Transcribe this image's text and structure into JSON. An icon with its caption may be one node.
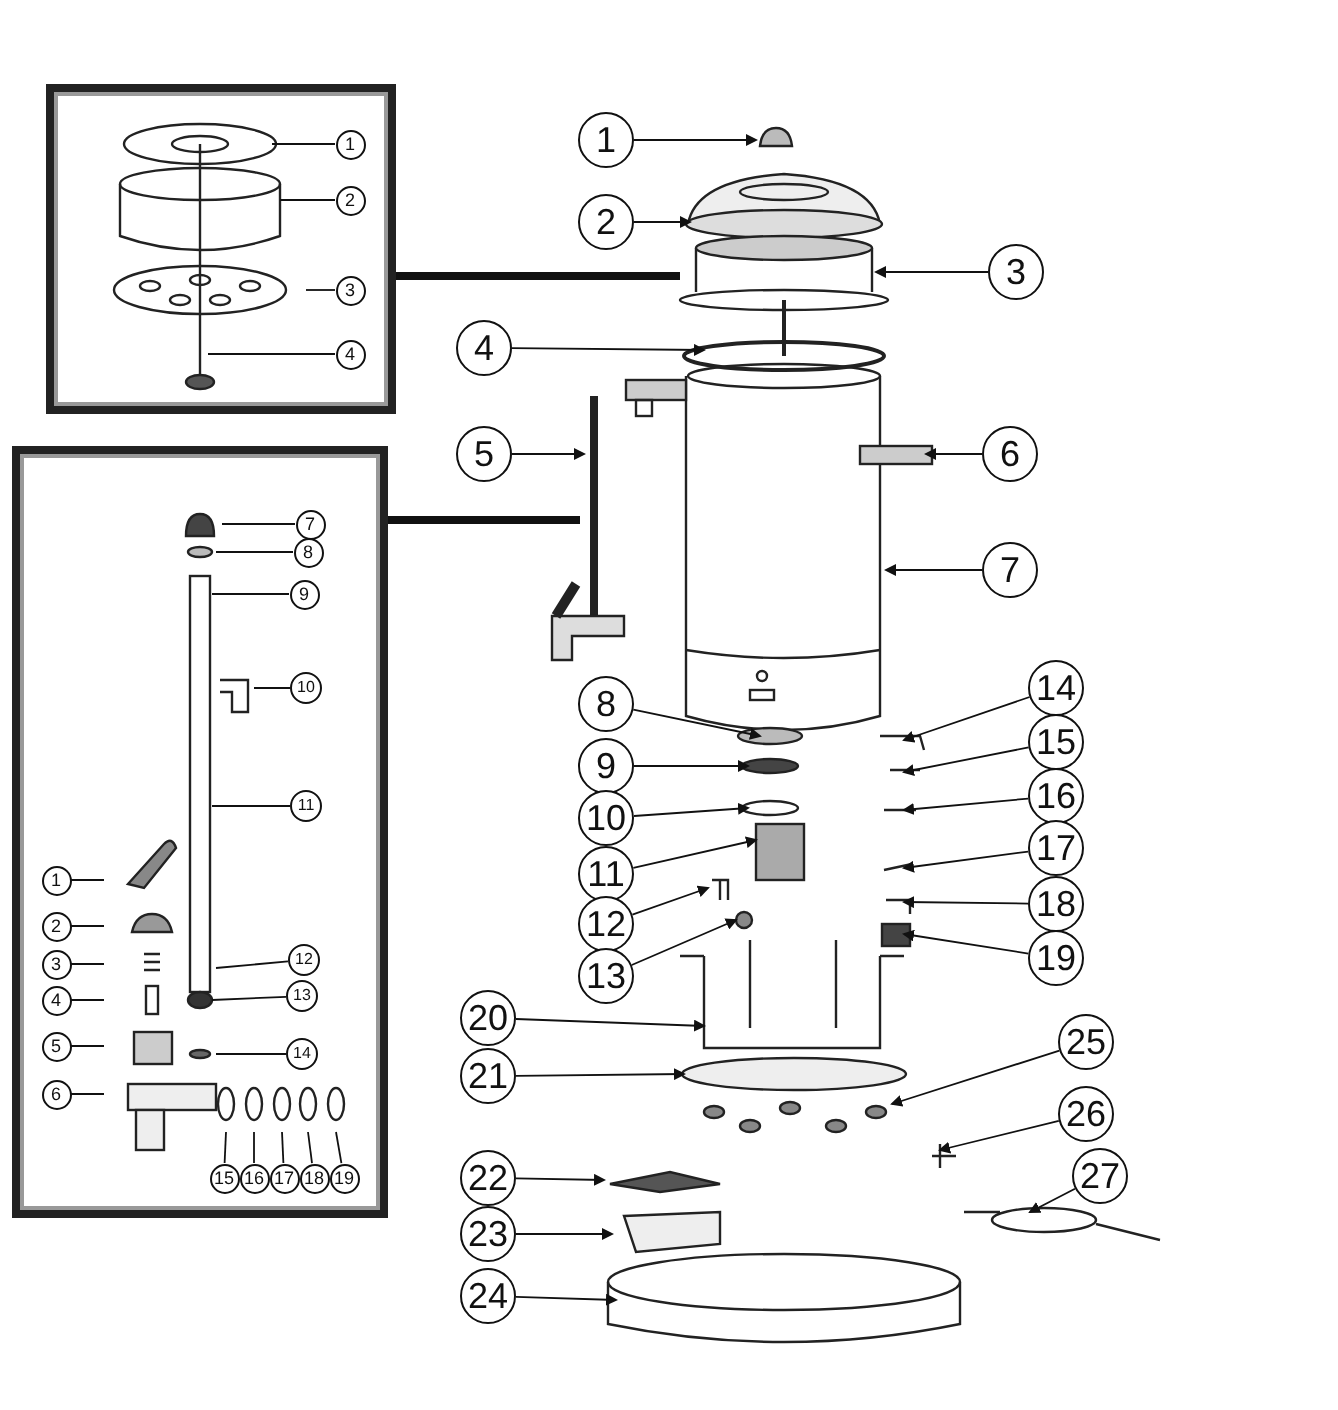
{
  "diagram": {
    "nodes": [
      {
        "text": [],
        "shape": "box"
      },
      {
        "text": [
          "1"
        ],
        "in": 0
      },
      {
        "text": [
          "2"
        ],
        "in": 0
      },
      {
        "text": [
          "3"
        ],
        "in": 0
      },
      {
        "text": [
          "4"
        ],
        "in": 0
      },
      {
        "text": [],
        "shape": "box"
      },
      {
        "text": [
          "7"
        ],
        "in": 5
      },
      {
        "text": [
          "8"
        ],
        "in": 5
      },
      {
        "text": [
          "9"
        ],
        "in": 5
      },
      {
        "text": [
          "10"
        ],
        "in": 5
      },
      {
        "text": [
          "11"
        ],
        "in": 5
      },
      {
        "text": [
          "1"
        ],
        "in": 5
      },
      {
        "text": [
          "2"
        ],
        "in": 5
      },
      {
        "text": [
          "3"
        ],
        "in": 5
      },
      {
        "text": [
          "4"
        ],
        "in": 5
      },
      {
        "text": [
          "12"
        ],
        "in": 5
      },
      {
        "text": [
          "13"
        ],
        "in": 5
      },
      {
        "text": [
          "5"
        ],
        "in": 5
      },
      {
        "text": [
          "14"
        ],
        "in": 5
      },
      {
        "text": [
          "6"
        ],
        "in": 5
      },
      {
        "text": [
          "15"
        ],
        "in": 5
      },
      {
        "text": [
          "16"
        ],
        "in": 5
      },
      {
        "text": [
          "17"
        ],
        "in": 5
      },
      {
        "text": [
          "18"
        ],
        "in": 5
      },
      {
        "text": [
          "19"
        ],
        "in": 5
      },
      {
        "text": [
          "1"
        ]
      },
      {
        "text": [
          "2"
        ]
      },
      {
        "text": [
          "3"
        ]
      },
      {
        "text": [
          "4"
        ]
      },
      {
        "text": [
          "5"
        ]
      },
      {
        "text": [
          "6"
        ]
      },
      {
        "text": [
          "7"
        ]
      },
      {
        "text": [
          "8"
        ]
      },
      {
        "text": [
          "14"
        ]
      },
      {
        "text": [
          "9"
        ]
      },
      {
        "text": [
          "15"
        ]
      },
      {
        "text": [
          "10"
        ]
      },
      {
        "text": [
          "16"
        ]
      },
      {
        "text": [
          "11"
        ]
      },
      {
        "text": [
          "17"
        ]
      },
      {
        "text": [
          "12"
        ]
      },
      {
        "text": [
          "18"
        ]
      },
      {
        "text": [
          "13"
        ]
      },
      {
        "text": [
          "19"
        ]
      },
      {
        "text": [
          "20"
        ]
      },
      {
        "text": [
          "21"
        ]
      },
      {
        "text": [
          "25"
        ]
      },
      {
        "text": [
          "26"
        ]
      },
      {
        "text": [
          "22"
        ]
      },
      {
        "text": [
          "27"
        ]
      },
      {
        "text": [
          "23"
        ]
      },
      {
        "text": [
          "24"
        ]
      }
    ],
    "edges": [
      {
        "from": 0,
        "to": null,
        "arrow": "none",
        "style": "thick"
      },
      {
        "from": 5,
        "to": null,
        "arrow": "none",
        "style": "thick"
      },
      {
        "from": 1,
        "to": null,
        "arrow": "none"
      },
      {
        "from": 2,
        "to": null,
        "arrow": "none"
      },
      {
        "from": 3,
        "to": null,
        "arrow": "none"
      },
      {
        "from": 4,
        "to": null,
        "arrow": "none"
      },
      {
        "from": 6,
        "to": null,
        "arrow": "none"
      },
      {
        "from": 7,
        "to": null,
        "arrow": "none"
      },
      {
        "from": 8,
        "to": null,
        "arrow": "none"
      },
      {
        "from": 9,
        "to": null,
        "arrow": "none"
      },
      {
        "from": 10,
        "to": null,
        "arrow": "none"
      },
      {
        "from": 11,
        "to": null,
        "arrow": "none"
      },
      {
        "from": 12,
        "to": null,
        "arrow": "none"
      },
      {
        "from": 13,
        "to": null,
        "arrow": "none"
      },
      {
        "from": 14,
        "to": null,
        "arrow": "none"
      },
      {
        "from": 15,
        "to": null,
        "arrow": "none"
      },
      {
        "from": 16,
        "to": null,
        "arrow": "none"
      },
      {
        "from": 17,
        "to": null,
        "arrow": "none"
      },
      {
        "from": 18,
        "to": null,
        "arrow": "none"
      },
      {
        "from": 19,
        "to": null,
        "arrow": "none"
      },
      {
        "from": 20,
        "to": null,
        "arrow": "none"
      },
      {
        "from": 21,
        "to": null,
        "arrow": "none"
      },
      {
        "from": 22,
        "to": null,
        "arrow": "none"
      },
      {
        "from": 23,
        "to": null,
        "arrow": "none"
      },
      {
        "from": 24,
        "to": null,
        "arrow": "none"
      },
      {
        "from": 25,
        "to": null,
        "arrow": "to"
      },
      {
        "from": 26,
        "to": null,
        "arrow": "to"
      },
      {
        "from": 27,
        "to": null,
        "arrow": "to"
      },
      {
        "from": 28,
        "to": null,
        "arrow": "to"
      },
      {
        "from": 29,
        "to": null,
        "arrow": "to"
      },
      {
        "from": 30,
        "to": null,
        "arrow": "to"
      },
      {
        "from": 31,
        "to": null,
        "arrow": "to"
      },
      {
        "from": 32,
        "to": null,
        "arrow": "to"
      },
      {
        "from": 33,
        "to": null,
        "arrow": "to"
      },
      {
        "from": 34,
        "to": null,
        "arrow": "to"
      },
      {
        "from": 35,
        "to": null,
        "arrow": "to"
      },
      {
        "from": 36,
        "to": null,
        "arrow": "to"
      },
      {
        "from": 37,
        "to": null,
        "arrow": "to"
      },
      {
        "from": 38,
        "to": null,
        "arrow": "to"
      },
      {
        "from": 39,
        "to": null,
        "arrow": "to"
      },
      {
        "from": 40,
        "to": null,
        "arrow": "to"
      },
      {
        "from": 41,
        "to": null,
        "arrow": "to"
      },
      {
        "from": 42,
        "to": null,
        "arrow": "to"
      },
      {
        "from": 43,
        "to": null,
        "arrow": "to"
      },
      {
        "from": 44,
        "to": null,
        "arrow": "to"
      },
      {
        "from": 45,
        "to": null,
        "arrow": "to"
      },
      {
        "from": 46,
        "to": null,
        "arrow": "to"
      },
      {
        "from": 47,
        "to": null,
        "arrow": "to"
      },
      {
        "from": 48,
        "to": null,
        "arrow": "to"
      },
      {
        "from": 49,
        "to": null,
        "arrow": "to"
      },
      {
        "from": 50,
        "to": null,
        "arrow": "to"
      },
      {
        "from": 51,
        "to": null,
        "arrow": "to"
      }
    ]
  }
}
